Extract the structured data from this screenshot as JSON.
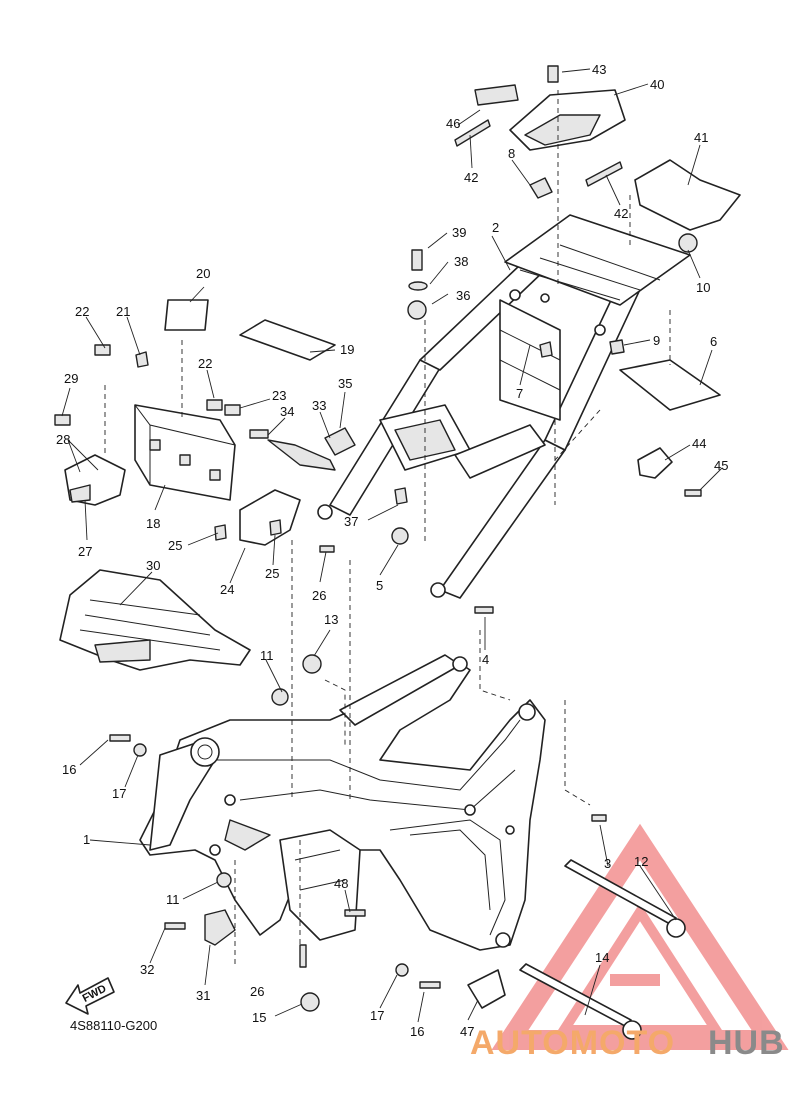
{
  "diagram": {
    "code": "4S88110-G200",
    "fwd_label": "FWD",
    "callouts": [
      "1",
      "2",
      "3",
      "4",
      "5",
      "6",
      "7",
      "8",
      "9",
      "10",
      "11",
      "11",
      "12",
      "13",
      "14",
      "15",
      "16",
      "16",
      "17",
      "17",
      "18",
      "19",
      "20",
      "21",
      "22",
      "22",
      "23",
      "24",
      "25",
      "25",
      "26",
      "26",
      "27",
      "28",
      "29",
      "30",
      "31",
      "32",
      "33",
      "34",
      "35",
      "36",
      "37",
      "38",
      "39",
      "40",
      "41",
      "42",
      "42",
      "43",
      "44",
      "45",
      "46",
      "47",
      "48"
    ]
  },
  "watermark": {
    "part1": "AUTOMOTO",
    "part2": "HUB",
    "colors": {
      "triangle": "#f08080",
      "text_orange": "#f4a96a",
      "text_gray": "#8a8a8a"
    }
  }
}
